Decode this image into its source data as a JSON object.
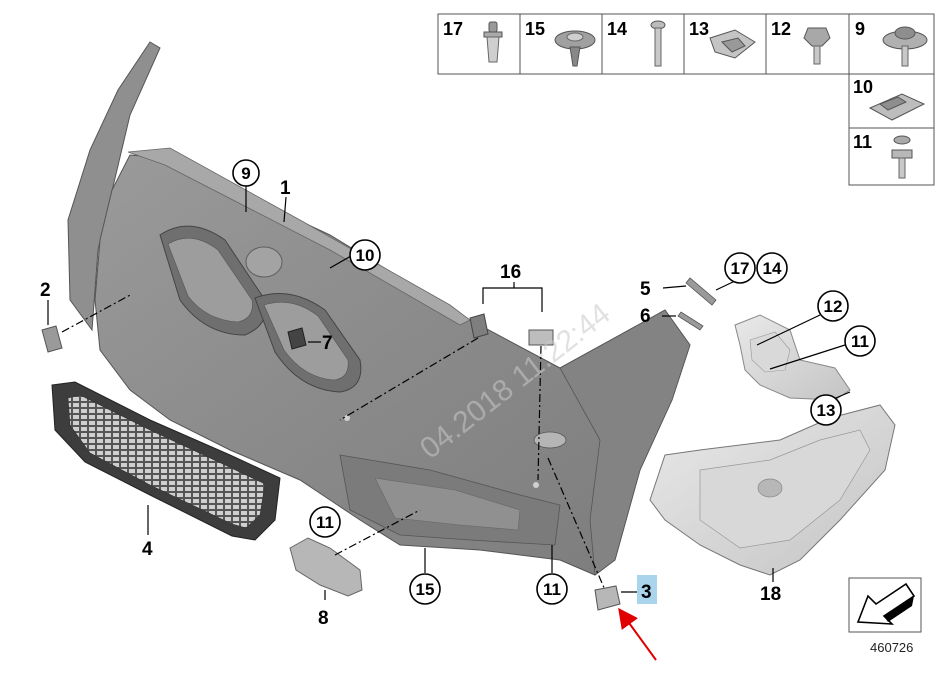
{
  "diagram": {
    "diagram_number": "460726",
    "watermark": "04.2018 11:22:44",
    "highlight_color": "#a9d4ec",
    "arrow_color": "#e00000",
    "part_labels": {
      "p1": "1",
      "p2": "2",
      "p3": "3",
      "p4": "4",
      "p5": "5",
      "p6": "6",
      "p7": "7",
      "p8": "8",
      "p9": "9",
      "p10": "10",
      "p11a": "11",
      "p11b": "11",
      "p11c": "11",
      "p12": "12",
      "p13": "13",
      "p14": "14",
      "p15": "15",
      "p16": "16",
      "p17": "17",
      "p18": "18"
    },
    "fastener_table": {
      "top_row": [
        "17",
        "15",
        "14",
        "13",
        "12",
        "9"
      ],
      "side_column": [
        "10",
        "11"
      ]
    }
  }
}
